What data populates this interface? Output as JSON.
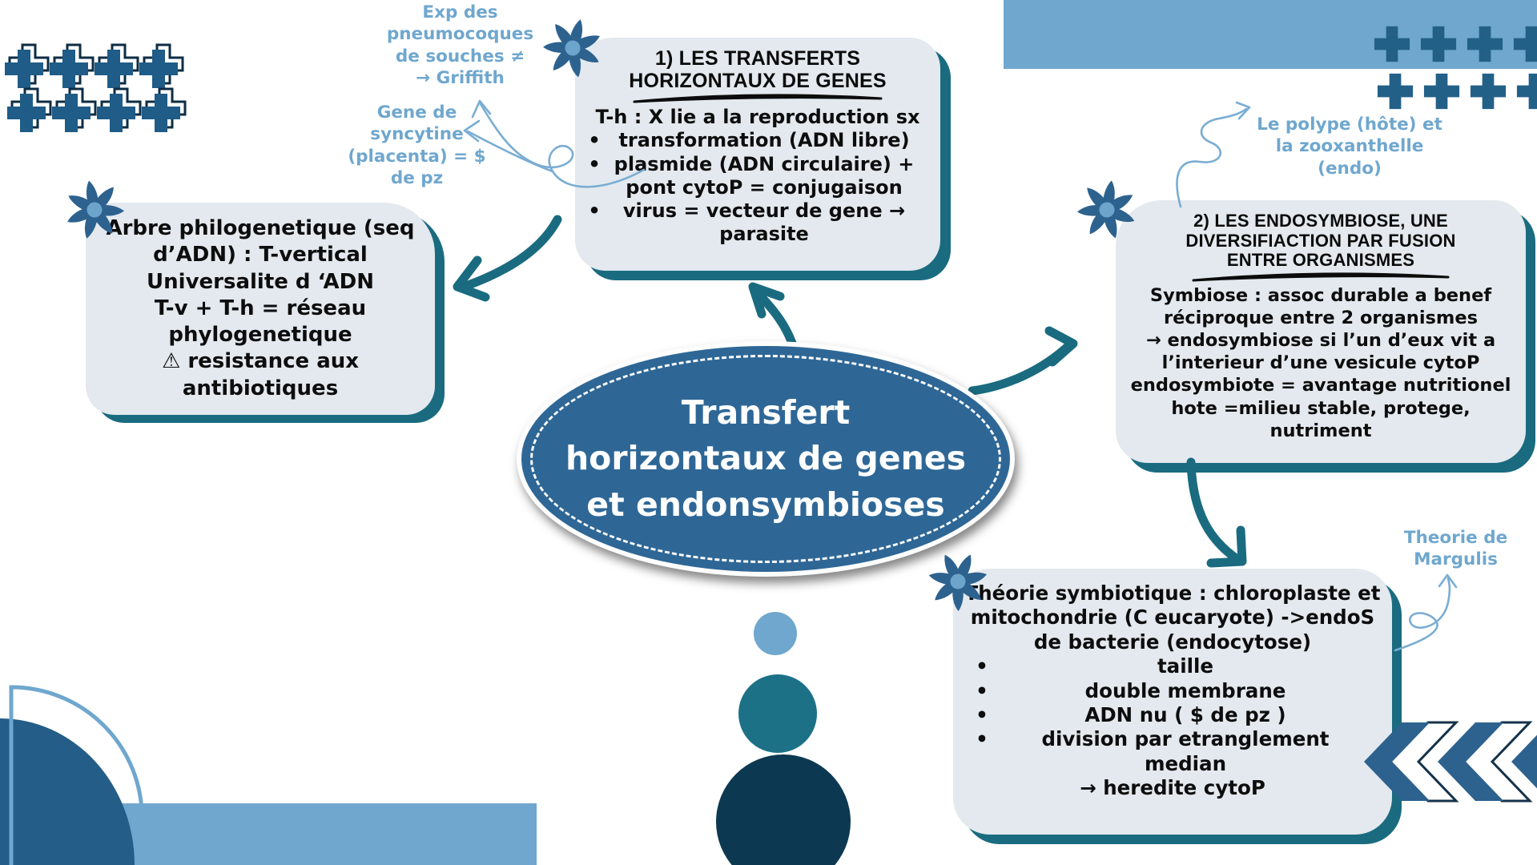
{
  "center": {
    "lines": [
      "Transfert",
      "horizontaux de genes",
      "et endonsymbioses"
    ]
  },
  "boxes": {
    "transferts": {
      "title": [
        "1) LES TRANSFERTS",
        "HORIZONTAUX DE GENES"
      ],
      "intro": "T-h : X lie a la reproduction sx",
      "bullets": [
        "transformation (ADN libre)",
        "plasmide (ADN circulaire) + pont cytoP = conjugaison",
        "virus = vecteur de gene → parasite"
      ]
    },
    "arbre": {
      "lines": [
        "Arbre philogenetique (seq",
        "d’ADN) : T-vertical",
        "Universalite d ‘ADN",
        "T-v + T-h = réseau",
        "phylogenetique",
        "⚠ resistance aux",
        "antibiotiques"
      ]
    },
    "endosymbiose": {
      "title": [
        "2) LES ENDOSYMBIOSE, UNE",
        "DIVERSIFIACTION PAR FUSION",
        "ENTRE ORGANISMES"
      ],
      "lines": [
        "Symbiose : assoc durable a benef",
        "réciproque entre 2 organismes",
        "→ endosymbiose si l’un d’eux vit a",
        "l’interieur d’une vesicule cytoP",
        "endosymbiote = avantage nutritionel",
        "hote =milieu stable, protege, nutriment"
      ]
    },
    "theorie": {
      "lines": [
        "Théorie symbiotique : chloroplaste et",
        "mitochondrie (C eucaryote) ->endoS",
        "de bacterie (endocytose)"
      ],
      "bullets": [
        "taille",
        "double membrane",
        "ADN nu ( $ de pz )",
        "division par etranglement median"
      ],
      "footer": "→ heredite cytoP"
    }
  },
  "annotations": {
    "griffith": {
      "lines": [
        "Exp des",
        "pneumocoques",
        "de souches ≠",
        "→ Griffith"
      ]
    },
    "syncytine": {
      "lines": [
        "Gene de",
        "syncytine",
        "(placenta) = $",
        "de pz"
      ]
    },
    "polype": {
      "lines": [
        "Le polype (hôte) et",
        "la zooxanthelle",
        "(endo)"
      ]
    },
    "margulis": {
      "lines": [
        "Theorie de",
        "Margulis"
      ]
    }
  },
  "icons": {
    "flower": "flower-icon",
    "plus": "plus-icon",
    "chevron": "chevron-left-icon",
    "bullet": "•"
  },
  "colors": {
    "node_bg": "#e3e9ee",
    "node_edge_teal": "#1a6b80",
    "center_fill": "#2e6796",
    "arrow_teal": "#1a6b80",
    "annotation_blue": "#6fa7ce",
    "band_blue": "#6fa7ce",
    "dark_blue": "#235d88",
    "flower_petal": "#2d628f",
    "flower_center": "#6ca4cc",
    "circle_small": "#6fa7ce",
    "circle_medium": "#1d7187",
    "circle_large": "#0c3852",
    "text": "#0d0d0d"
  }
}
